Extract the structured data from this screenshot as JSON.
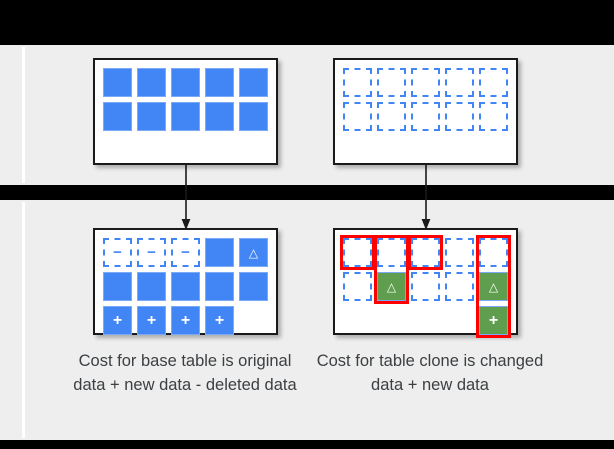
{
  "theme": {
    "background": "#000000",
    "panel_bg": "#eeeeee",
    "card_bg": "#ffffff",
    "card_border": "#1a1a1a",
    "blue": "#4285f4",
    "blue_light": "#7aa9f7",
    "green": "#5f9e4e",
    "red_highlight": "#ff0000",
    "text": "#3c4043"
  },
  "icons": {
    "plus": "+",
    "minus": "−",
    "triangle": "△",
    "arrow_down": "arrow-down-icon"
  },
  "tables": {
    "base_original": {
      "name": "base-table-original",
      "rows": [
        [
          {
            "state": "filled",
            "glyph": ""
          },
          {
            "state": "filled",
            "glyph": ""
          },
          {
            "state": "filled",
            "glyph": ""
          },
          {
            "state": "filled",
            "glyph": ""
          },
          {
            "state": "filled",
            "glyph": ""
          }
        ],
        [
          {
            "state": "filled",
            "glyph": ""
          },
          {
            "state": "filled",
            "glyph": ""
          },
          {
            "state": "filled",
            "glyph": ""
          },
          {
            "state": "filled",
            "glyph": ""
          },
          {
            "state": "filled",
            "glyph": ""
          }
        ]
      ]
    },
    "clone_original": {
      "name": "clone-table-original",
      "rows": [
        [
          {
            "state": "ghost",
            "glyph": ""
          },
          {
            "state": "ghost",
            "glyph": ""
          },
          {
            "state": "ghost",
            "glyph": ""
          },
          {
            "state": "ghost",
            "glyph": ""
          },
          {
            "state": "ghost",
            "glyph": ""
          }
        ],
        [
          {
            "state": "ghost",
            "glyph": ""
          },
          {
            "state": "ghost",
            "glyph": ""
          },
          {
            "state": "ghost",
            "glyph": ""
          },
          {
            "state": "ghost",
            "glyph": ""
          },
          {
            "state": "ghost",
            "glyph": ""
          }
        ]
      ]
    },
    "base_after": {
      "name": "base-table-after-changes",
      "rows": [
        [
          {
            "state": "ghost",
            "glyph": "−"
          },
          {
            "state": "ghost",
            "glyph": "−"
          },
          {
            "state": "ghost",
            "glyph": "−"
          },
          {
            "state": "filled",
            "glyph": ""
          },
          {
            "state": "filled",
            "glyph": "△"
          }
        ],
        [
          {
            "state": "filled",
            "glyph": ""
          },
          {
            "state": "filled",
            "glyph": ""
          },
          {
            "state": "filled",
            "glyph": ""
          },
          {
            "state": "filled",
            "glyph": ""
          },
          {
            "state": "filled",
            "glyph": ""
          }
        ],
        [
          {
            "state": "filled",
            "glyph": "+"
          },
          {
            "state": "filled",
            "glyph": "+"
          },
          {
            "state": "filled",
            "glyph": "+"
          },
          {
            "state": "filled",
            "glyph": "+"
          },
          {
            "state": "empty",
            "glyph": ""
          }
        ]
      ]
    },
    "clone_after": {
      "name": "clone-table-after-changes",
      "rows": [
        [
          {
            "state": "ghost",
            "glyph": ""
          },
          {
            "state": "ghost",
            "glyph": ""
          },
          {
            "state": "ghost",
            "glyph": ""
          },
          {
            "state": "ghost",
            "glyph": ""
          },
          {
            "state": "ghost",
            "glyph": ""
          }
        ],
        [
          {
            "state": "ghost",
            "glyph": ""
          },
          {
            "state": "green",
            "glyph": "△"
          },
          {
            "state": "ghost",
            "glyph": ""
          },
          {
            "state": "ghost",
            "glyph": ""
          },
          {
            "state": "green",
            "glyph": "△"
          }
        ],
        [
          {
            "state": "empty",
            "glyph": ""
          },
          {
            "state": "empty",
            "glyph": ""
          },
          {
            "state": "empty",
            "glyph": ""
          },
          {
            "state": "empty",
            "glyph": ""
          },
          {
            "state": "green",
            "glyph": "+"
          }
        ]
      ]
    }
  },
  "captions": {
    "left": "Cost for base table is original data + new data - deleted data",
    "right": "Cost for table clone is changed data + new data"
  }
}
